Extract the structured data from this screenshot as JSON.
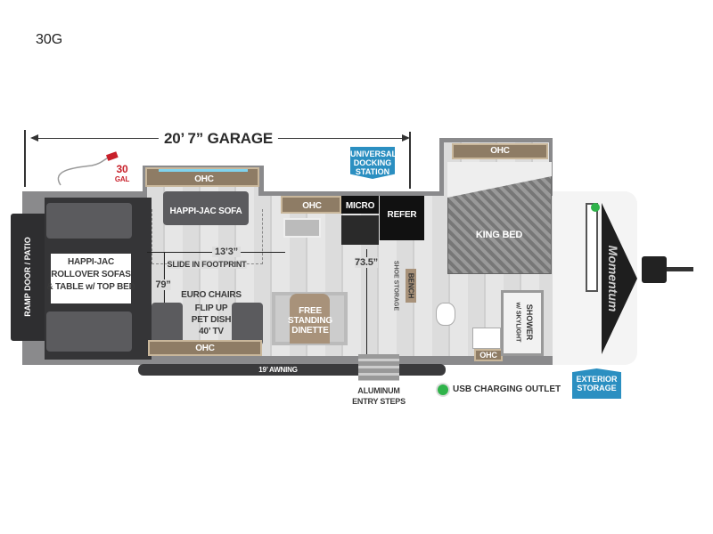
{
  "model": "30G",
  "garage": {
    "label": "20’ 7” GARAGE"
  },
  "fuel": {
    "capacity": "30",
    "unit": "GAL"
  },
  "badges": {
    "docking": "UNIVERSAL DOCKING STATION",
    "exterior": "EXTERIOR STORAGE"
  },
  "labels": {
    "ramp": "RAMP DOOR / PATIO",
    "rollover": [
      "HAPPI-JAC",
      "ROLLOVER SOFAS",
      "& TABLE w/ TOP BED"
    ],
    "sofa": "HAPPI-JAC SOFA",
    "ohc": "OHC",
    "micro": "MICRO",
    "refer": "REFER",
    "dim_width": "13’3”",
    "slide": "SLIDE IN FOOTPRINT",
    "dim_79": "79”",
    "dim_73": "73.5”",
    "euro": "EURO CHAIRS",
    "flip": "FLIP UP",
    "pet": "PET DISH",
    "tv": "40’ TV",
    "dinette": [
      "FREE",
      "STANDING",
      "DINETTE"
    ],
    "awning": "19’ AWNING",
    "steps": [
      "ALUMINUM",
      "ENTRY STEPS"
    ],
    "bench": "BENCH",
    "shoe": "SHOE STORAGE",
    "king": "KING BED",
    "shower": "SHOWER",
    "skylight": "w/ SKYLIGHT",
    "usb": "USB CHARGING OUTLET"
  },
  "logo": "Momentum",
  "colors": {
    "accent": "#2b8fc1",
    "usb": "#2fb34a",
    "fuel": "#c8202a"
  }
}
